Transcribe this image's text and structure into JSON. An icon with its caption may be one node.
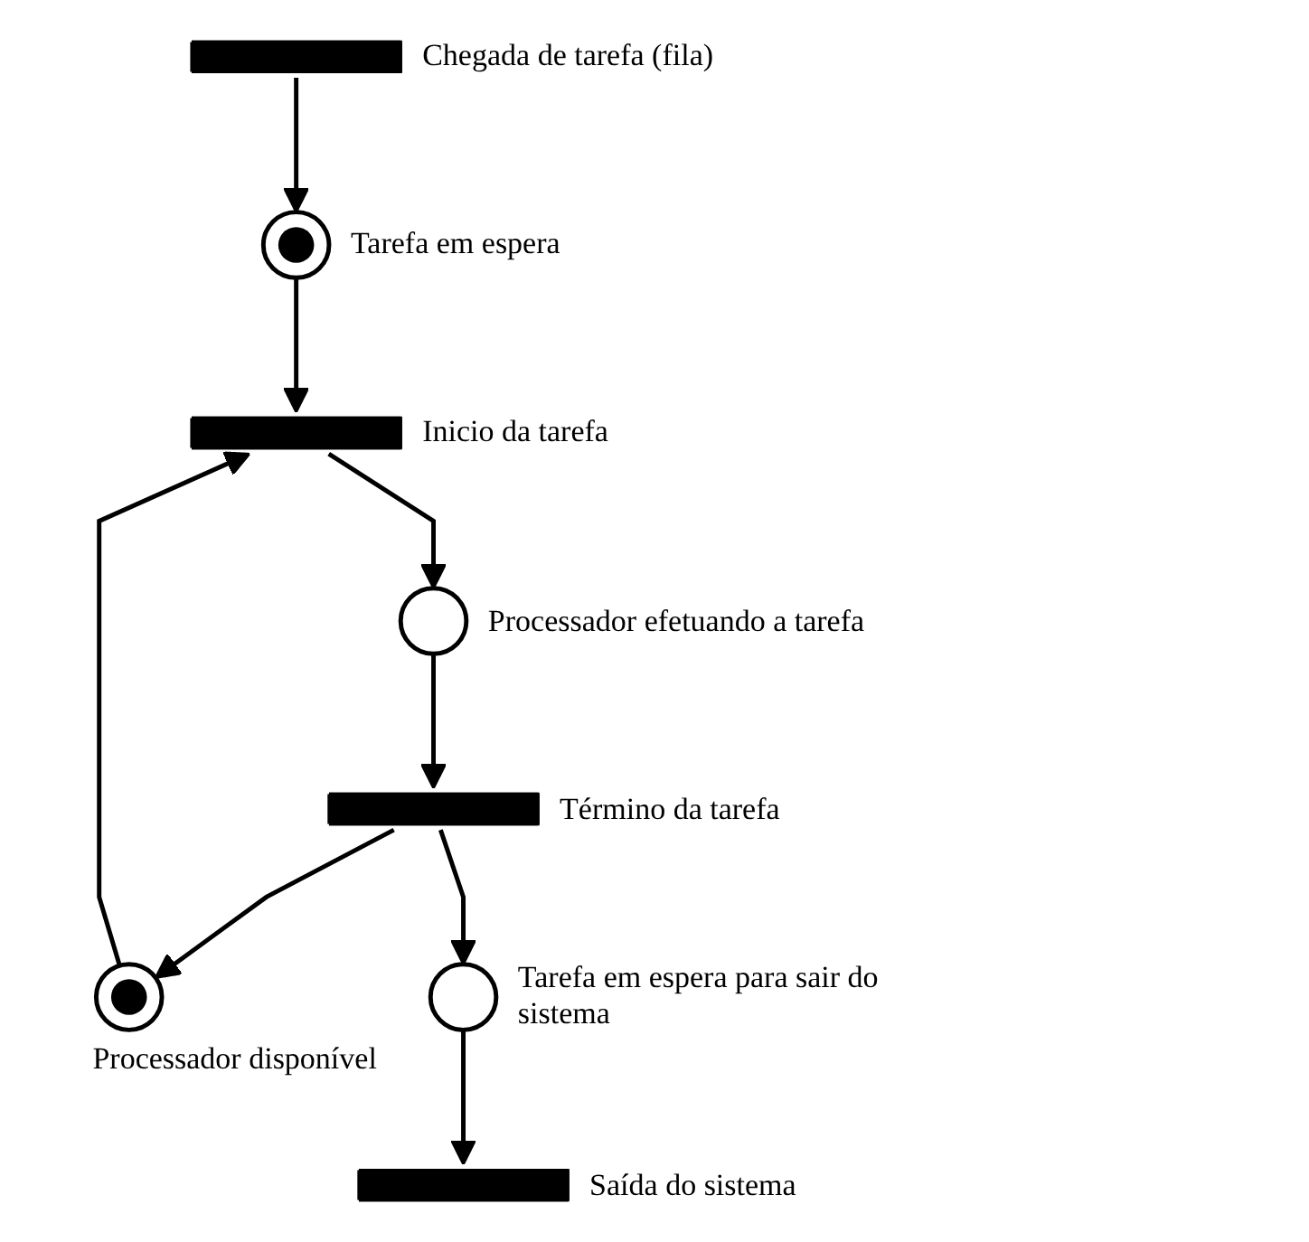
{
  "diagram": {
    "nodes": [
      {
        "text": [],
        "shape": "bar",
        "beside": [
          "Chegada de tarefa (fila)"
        ]
      },
      {
        "text": [],
        "shape": "circle",
        "beside": [
          "Tarefa em espera"
        ]
      },
      {
        "text": [],
        "shape": "dot",
        "in": 1
      },
      {
        "text": [],
        "shape": "bar",
        "beside": [
          "Inicio da tarefa"
        ]
      },
      {
        "text": [],
        "shape": "circle",
        "beside": [
          "Processador efetuando a tarefa"
        ]
      },
      {
        "text": [],
        "shape": "circle",
        "beside": [
          "Processador disponível"
        ]
      },
      {
        "text": [],
        "shape": "dot",
        "in": 5
      },
      {
        "text": [],
        "shape": "bar",
        "beside": [
          "Término da tarefa"
        ]
      },
      {
        "text": [],
        "shape": "circle",
        "beside": [
          "Tarefa em espera para sair do sistema"
        ]
      },
      {
        "text": [],
        "shape": "bar",
        "beside": [
          "Saída do sistema"
        ]
      }
    ],
    "edges": [
      {
        "from": 0,
        "to": 1,
        "arrow": "to"
      },
      {
        "from": 1,
        "to": 3,
        "arrow": "to"
      },
      {
        "from": 3,
        "to": 4,
        "arrow": "to"
      },
      {
        "from": 5,
        "to": 3,
        "arrow": "to"
      },
      {
        "from": 4,
        "to": 7,
        "arrow": "to"
      },
      {
        "from": 7,
        "to": 5,
        "arrow": "to"
      },
      {
        "from": 7,
        "to": 8,
        "arrow": "to"
      },
      {
        "from": 8,
        "to": 9,
        "arrow": "to"
      }
    ]
  }
}
